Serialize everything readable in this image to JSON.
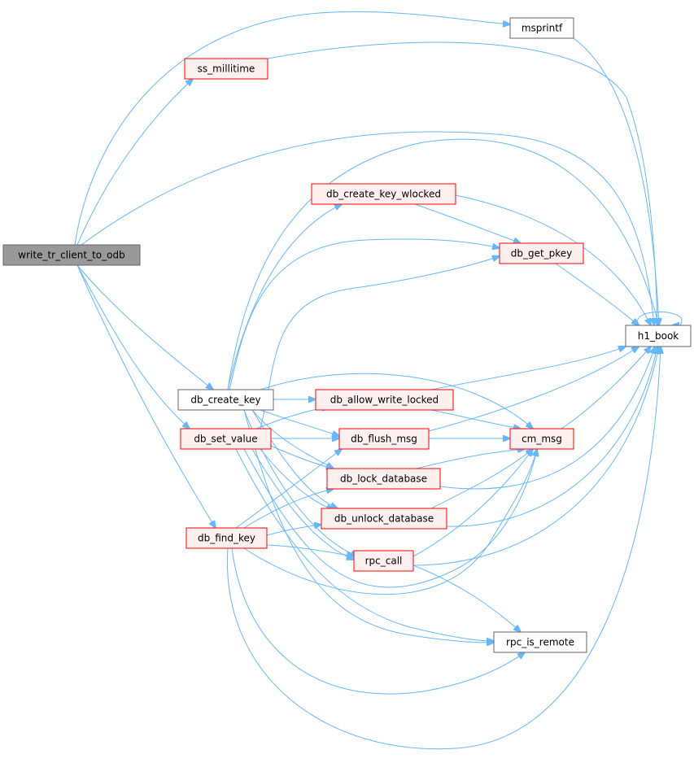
{
  "graph": {
    "nodes": [
      {
        "id": "write_tr_client_to_odb",
        "label": "write_tr_client_to_odb",
        "style": "root"
      },
      {
        "id": "ss_millitime",
        "label": "ss_millitime",
        "style": "red"
      },
      {
        "id": "msprintf",
        "label": "msprintf",
        "style": "plain"
      },
      {
        "id": "db_create_key_wlocked",
        "label": "db_create_key_wlocked",
        "style": "red"
      },
      {
        "id": "db_get_pkey",
        "label": "db_get_pkey",
        "style": "red"
      },
      {
        "id": "h1_book",
        "label": "h1_book",
        "style": "plain"
      },
      {
        "id": "db_create_key",
        "label": "db_create_key",
        "style": "plain"
      },
      {
        "id": "db_allow_write_locked",
        "label": "db_allow_write_locked",
        "style": "red"
      },
      {
        "id": "db_set_value",
        "label": "db_set_value",
        "style": "red"
      },
      {
        "id": "db_flush_msg",
        "label": "db_flush_msg",
        "style": "red"
      },
      {
        "id": "cm_msg",
        "label": "cm_msg",
        "style": "red"
      },
      {
        "id": "db_lock_database",
        "label": "db_lock_database",
        "style": "red"
      },
      {
        "id": "db_unlock_database",
        "label": "db_unlock_database",
        "style": "red"
      },
      {
        "id": "db_find_key",
        "label": "db_find_key",
        "style": "red"
      },
      {
        "id": "rpc_call",
        "label": "rpc_call",
        "style": "red"
      },
      {
        "id": "rpc_is_remote",
        "label": "rpc_is_remote",
        "style": "plain"
      }
    ],
    "edges": [
      [
        "write_tr_client_to_odb",
        "msprintf"
      ],
      [
        "write_tr_client_to_odb",
        "ss_millitime"
      ],
      [
        "write_tr_client_to_odb",
        "h1_book"
      ],
      [
        "write_tr_client_to_odb",
        "db_create_key"
      ],
      [
        "write_tr_client_to_odb",
        "db_set_value"
      ],
      [
        "write_tr_client_to_odb",
        "db_find_key"
      ],
      [
        "ss_millitime",
        "h1_book"
      ],
      [
        "msprintf",
        "h1_book"
      ],
      [
        "db_create_key_wlocked",
        "db_get_pkey"
      ],
      [
        "db_create_key_wlocked",
        "h1_book"
      ],
      [
        "db_get_pkey",
        "h1_book"
      ],
      [
        "h1_book",
        "h1_book"
      ],
      [
        "db_create_key",
        "db_create_key_wlocked"
      ],
      [
        "db_create_key",
        "db_get_pkey"
      ],
      [
        "db_create_key",
        "h1_book"
      ],
      [
        "db_create_key",
        "db_allow_write_locked"
      ],
      [
        "db_create_key",
        "db_flush_msg"
      ],
      [
        "db_create_key",
        "cm_msg"
      ],
      [
        "db_create_key",
        "db_lock_database"
      ],
      [
        "db_create_key",
        "db_unlock_database"
      ],
      [
        "db_create_key",
        "rpc_call"
      ],
      [
        "db_create_key",
        "rpc_is_remote"
      ],
      [
        "db_set_value",
        "db_get_pkey"
      ],
      [
        "db_set_value",
        "db_allow_write_locked"
      ],
      [
        "db_set_value",
        "db_flush_msg"
      ],
      [
        "db_set_value",
        "db_lock_database"
      ],
      [
        "db_set_value",
        "db_unlock_database"
      ],
      [
        "db_set_value",
        "rpc_call"
      ],
      [
        "db_set_value",
        "rpc_is_remote"
      ],
      [
        "db_set_value",
        "cm_msg"
      ],
      [
        "db_allow_write_locked",
        "h1_book"
      ],
      [
        "db_allow_write_locked",
        "cm_msg"
      ],
      [
        "db_flush_msg",
        "h1_book"
      ],
      [
        "db_flush_msg",
        "cm_msg"
      ],
      [
        "cm_msg",
        "h1_book"
      ],
      [
        "db_lock_database",
        "cm_msg"
      ],
      [
        "db_lock_database",
        "h1_book"
      ],
      [
        "db_unlock_database",
        "cm_msg"
      ],
      [
        "db_unlock_database",
        "h1_book"
      ],
      [
        "db_find_key",
        "db_flush_msg"
      ],
      [
        "db_find_key",
        "db_lock_database"
      ],
      [
        "db_find_key",
        "db_unlock_database"
      ],
      [
        "db_find_key",
        "rpc_call"
      ],
      [
        "db_find_key",
        "cm_msg"
      ],
      [
        "db_find_key",
        "rpc_is_remote"
      ],
      [
        "db_find_key",
        "h1_book"
      ],
      [
        "rpc_call",
        "cm_msg"
      ],
      [
        "rpc_call",
        "h1_book"
      ],
      [
        "rpc_call",
        "rpc_is_remote"
      ]
    ]
  },
  "colors": {
    "edge": "#63b8ff",
    "root_fill": "#999999",
    "root_stroke": "#666666",
    "red_fill": "#fff0f0",
    "red_stroke": "#ff0000",
    "plain_fill": "#ffffff",
    "plain_stroke": "#666666"
  }
}
